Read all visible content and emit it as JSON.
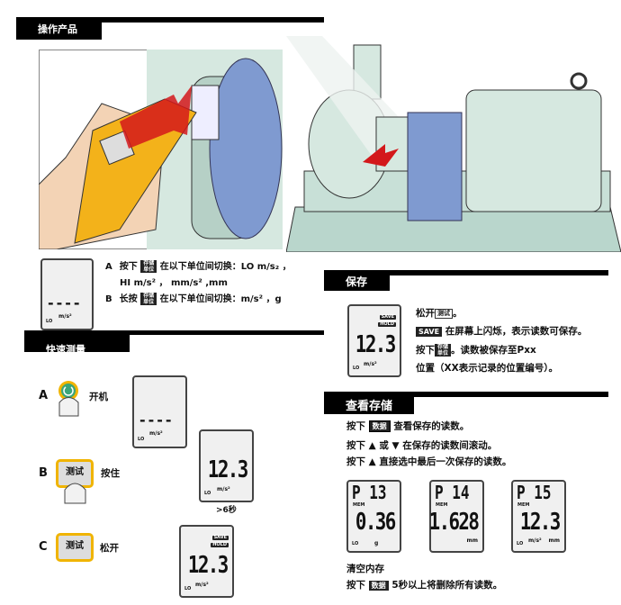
{
  "sections": {
    "operate": {
      "title": "操作产品"
    },
    "quick": {
      "title": "快速测量"
    },
    "save": {
      "title": "保存"
    },
    "view": {
      "title": "查看存储"
    }
  },
  "units": {
    "a_letter": "A",
    "a_press": "按下",
    "a_text": "在以下单位间切换：LO m/s₂ ，",
    "a_text2": "HI m/s² ， mm/s² ,mm",
    "b_letter": "B",
    "b_press": "长按",
    "b_text": "在以下单位间切换：m/s² ，g",
    "key_label_top": "存储",
    "key_label_bottom": "单位"
  },
  "quick_steps": [
    {
      "letter": "A",
      "label": "开机"
    },
    {
      "letter": "B",
      "button": "测试",
      "label": "按住"
    },
    {
      "letter": "C",
      "button": "测试",
      "label": "松开"
    }
  ],
  "hold_note": ">6秒",
  "lcd": {
    "dash": "----",
    "unit": "m/s²",
    "lo": "LO",
    "reading": "12.3",
    "save": "SAVE",
    "hold": "HOLD",
    "mem": "MEM"
  },
  "save": {
    "line1_a": "松开",
    "line1_key": "测试",
    "line1_b": "。",
    "line2_key": "SAVE",
    "line2": "在屏幕上闪烁，表示读数可保存。",
    "line3_a": "按下",
    "line3_b": "。读数被保存至Pxx",
    "line4": "位置（XX表示记录的位置编号）。"
  },
  "view": {
    "line1_a": "按下",
    "line1_key": "数据",
    "line1_b": "查看保存的读数。",
    "line2": "按下 ▲ 或 ▼ 在保存的读数间滚动。",
    "line3": "按下 ▲ 直接选中最后一次保存的读数。",
    "memories": [
      {
        "pos": "P 13",
        "value": "0.36",
        "unit": "g"
      },
      {
        "pos": "P 14",
        "value": "1.628",
        "unit": "mm"
      },
      {
        "pos": "P 15",
        "value": "12.3",
        "unit": "m/s²",
        "unit2": "mm"
      }
    ],
    "clear_title": "清空内存",
    "clear_a": "按下",
    "clear_key": "数据",
    "clear_b": "5秒以上将删除所有读数。"
  }
}
